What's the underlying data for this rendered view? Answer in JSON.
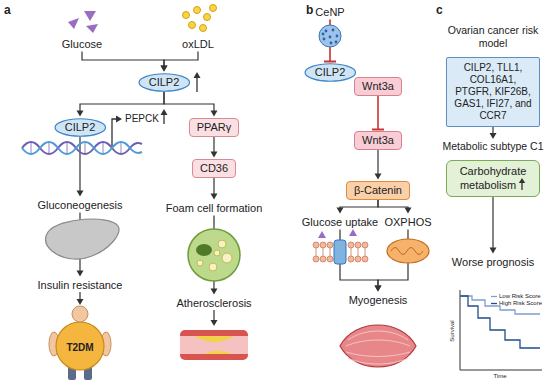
{
  "diagram": {
    "nodes": [
      {
        "text": [
          "Glucose"
        ]
      },
      {
        "text": [
          "oxLDL"
        ]
      },
      {
        "text": [
          "CILP2"
        ]
      },
      {
        "text": [
          "CILP2"
        ]
      },
      {
        "text": [
          "PPARγ"
        ]
      },
      {
        "text": [
          "Gluconeogenesis"
        ]
      },
      {
        "text": [
          "CD36"
        ]
      },
      {
        "text": [
          "Insulin resistance"
        ]
      },
      {
        "text": [
          "Foam cell formation"
        ]
      },
      {
        "text": [
          "Atherosclerosis"
        ]
      },
      {
        "text": [
          "CeNP"
        ]
      },
      {
        "text": [
          "CILP2"
        ]
      },
      {
        "text": [
          "Wnt3a"
        ]
      },
      {
        "text": [
          "Wnt3a"
        ]
      },
      {
        "text": [
          "β-Catenin"
        ]
      },
      {
        "text": [
          "Glucose uptake"
        ]
      },
      {
        "text": [
          "OXPHOS"
        ]
      },
      {
        "text": [
          "Myogenesis"
        ]
      },
      {
        "text": [
          "Ovarian cancer risk model",
          "CILP2, TLL1, COL16A1, PTGFR, KIF26B, GAS1, IFI27, and CCR7"
        ]
      },
      {
        "text": [
          "Metabolic subtype C1",
          "Carbohydrate metabolism"
        ]
      },
      {
        "text": [
          "Worse prognosis"
        ]
      }
    ],
    "edges": [
      {
        "from": 0,
        "to": 2,
        "arrow": "to"
      },
      {
        "from": 1,
        "to": 2,
        "arrow": "to"
      },
      {
        "from": 2,
        "to": 3,
        "arrow": "to"
      },
      {
        "from": 2,
        "to": 4,
        "arrow": "to"
      },
      {
        "from": 3,
        "to": 5,
        "arrow": "to"
      },
      {
        "from": 5,
        "to": 7,
        "arrow": "to"
      },
      {
        "from": 4,
        "to": 6,
        "arrow": "to"
      },
      {
        "from": 6,
        "to": 8,
        "arrow": "to"
      },
      {
        "from": 8,
        "to": 9,
        "arrow": "to"
      },
      {
        "from": 10,
        "to": 11,
        "arrow": "to"
      },
      {
        "from": 12,
        "to": 13,
        "arrow": "to"
      },
      {
        "from": 13,
        "to": 14,
        "arrow": "to"
      },
      {
        "from": 14,
        "to": 15,
        "arrow": "to"
      },
      {
        "from": 14,
        "to": 16,
        "arrow": "to"
      },
      {
        "from": 15,
        "to": 17,
        "arrow": "to"
      },
      {
        "from": 16,
        "to": 17,
        "arrow": "to"
      },
      {
        "from": 18,
        "to": 19,
        "arrow": "to"
      },
      {
        "from": 19,
        "to": 20,
        "arrow": "to"
      }
    ],
    "labels": [
      "a",
      "b",
      "c",
      "PEPCK",
      "T2DM",
      "Survival",
      "Time"
    ],
    "legend": [
      {
        "text": "Low Risk Score"
      },
      {
        "text": "High Risk Score"
      }
    ]
  }
}
